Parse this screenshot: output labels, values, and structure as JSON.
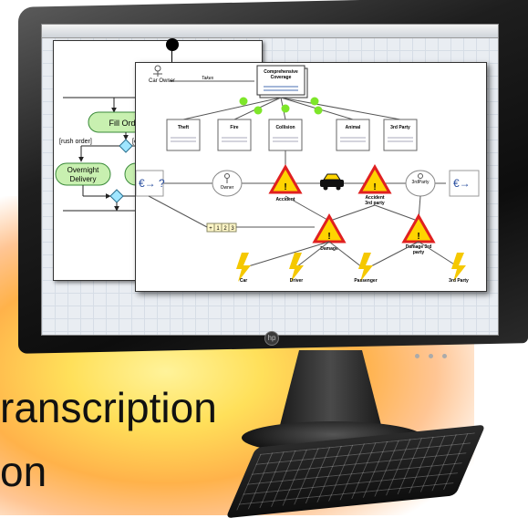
{
  "slide": {
    "line1": "ranscription",
    "line2": "on"
  },
  "monitor": {
    "logo": "hp"
  },
  "activity_diagram": {
    "fill_order": "Fill Order",
    "rush_order": "[rush order]",
    "else_guard": "[el",
    "overnight_delivery_l1": "Overnight",
    "overnight_delivery_l2": "Delivery"
  },
  "usecase_diagram": {
    "actor_car_owner": "Car Owner",
    "takes": "Takes",
    "comprehensive_l1": "Comprehensive",
    "comprehensive_l2": "Coverage",
    "coverages": [
      "Theft",
      "Fire",
      "Collision",
      "Animal",
      "3rd Party"
    ],
    "owner": "Owner",
    "accident": "Accident",
    "accident_3rd_l1": "Accident",
    "accident_3rd_l2": "3rd party",
    "third_party": "3rdParty",
    "damage": "Damage",
    "damage_3rd_l1": "Damage 3rd",
    "damage_3rd_l2": "party",
    "counter": [
      "+",
      "1",
      "2",
      "3"
    ],
    "victims": [
      "Car",
      "Driver",
      "Passenger",
      "3rd Party"
    ],
    "euro_left": "€→ ?",
    "euro_right": "€→"
  },
  "colors": {
    "activity_green": "#c8f0b0",
    "activity_border": "#3a8a3a",
    "warning_red": "#e02020",
    "warning_yellow": "#ffd400",
    "lightning": "#f5c800",
    "node_green": "#7ee62a"
  }
}
